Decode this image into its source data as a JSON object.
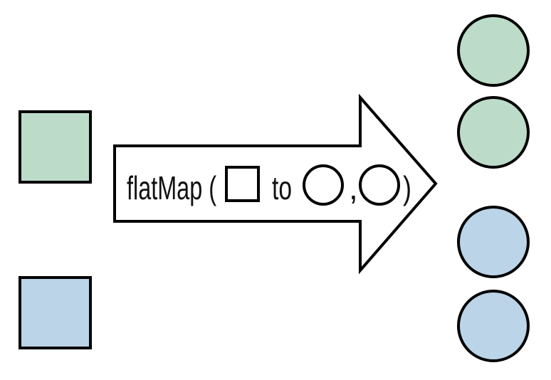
{
  "diagram": {
    "operation_label_prefix": "flatMap (",
    "operation_label_to": "to",
    "operation_label_comma": ",",
    "operation_label_close": ")",
    "inputs": [
      {
        "shape": "square",
        "color": "#bcdcc9"
      },
      {
        "shape": "square",
        "color": "#bbd4e8"
      }
    ],
    "outputs": [
      {
        "shape": "circle",
        "color": "#bcdcc9"
      },
      {
        "shape": "circle",
        "color": "#bcdcc9"
      },
      {
        "shape": "circle",
        "color": "#bbd4e8"
      },
      {
        "shape": "circle",
        "color": "#bbd4e8"
      }
    ],
    "stroke_color": "#000000"
  }
}
